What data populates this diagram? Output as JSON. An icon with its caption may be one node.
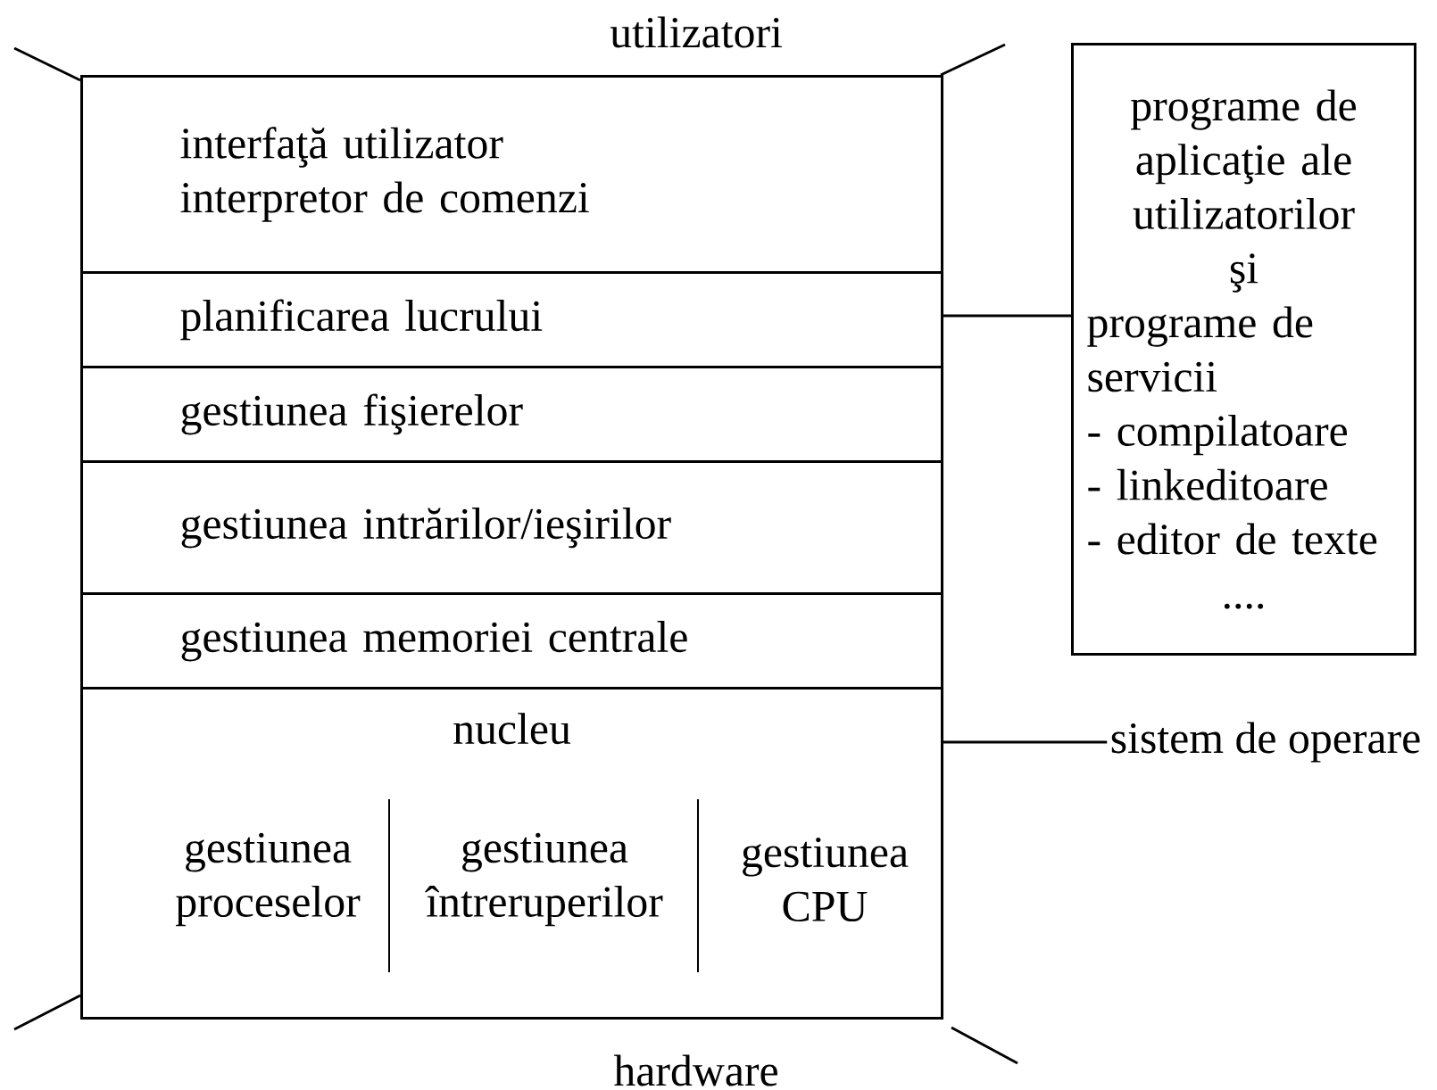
{
  "diagram": {
    "nodes": [
      {
        "text": [],
        "shape": "box"
      },
      {
        "text": [
          "interfaţă utilizator",
          "interpretor de comenzi"
        ],
        "in": 0
      },
      {
        "text": [
          "planificarea lucrului"
        ],
        "in": 0
      },
      {
        "text": [
          "gestiunea fişierelor"
        ],
        "in": 0
      },
      {
        "text": [
          "gestiunea intrărilor/ieşirilor"
        ],
        "in": 0
      },
      {
        "text": [
          "gestiunea memoriei centrale"
        ],
        "in": 0
      },
      {
        "text": [
          "nucleu"
        ],
        "in": 0
      },
      {
        "text": [
          "gestiunea proceselor"
        ],
        "in": 6
      },
      {
        "text": [
          "gestiunea întreruperilor"
        ],
        "in": 6
      },
      {
        "text": [
          "gestiunea CPU"
        ],
        "in": 6
      },
      {
        "text": [
          "programe de aplicaţie ale utilizatorilor",
          "şi",
          "programe de servicii",
          "- compilatoare",
          "- linkeditoare",
          "- editor de texte",
          "...."
        ]
      },
      {
        "text": [
          "sistem de operare"
        ]
      }
    ],
    "edges": [
      {
        "from": 10,
        "to": 0,
        "arrow": "none"
      },
      {
        "from": 11,
        "to": 0,
        "arrow": "none"
      }
    ],
    "labels": [
      "utilizatori",
      "hardware"
    ]
  }
}
